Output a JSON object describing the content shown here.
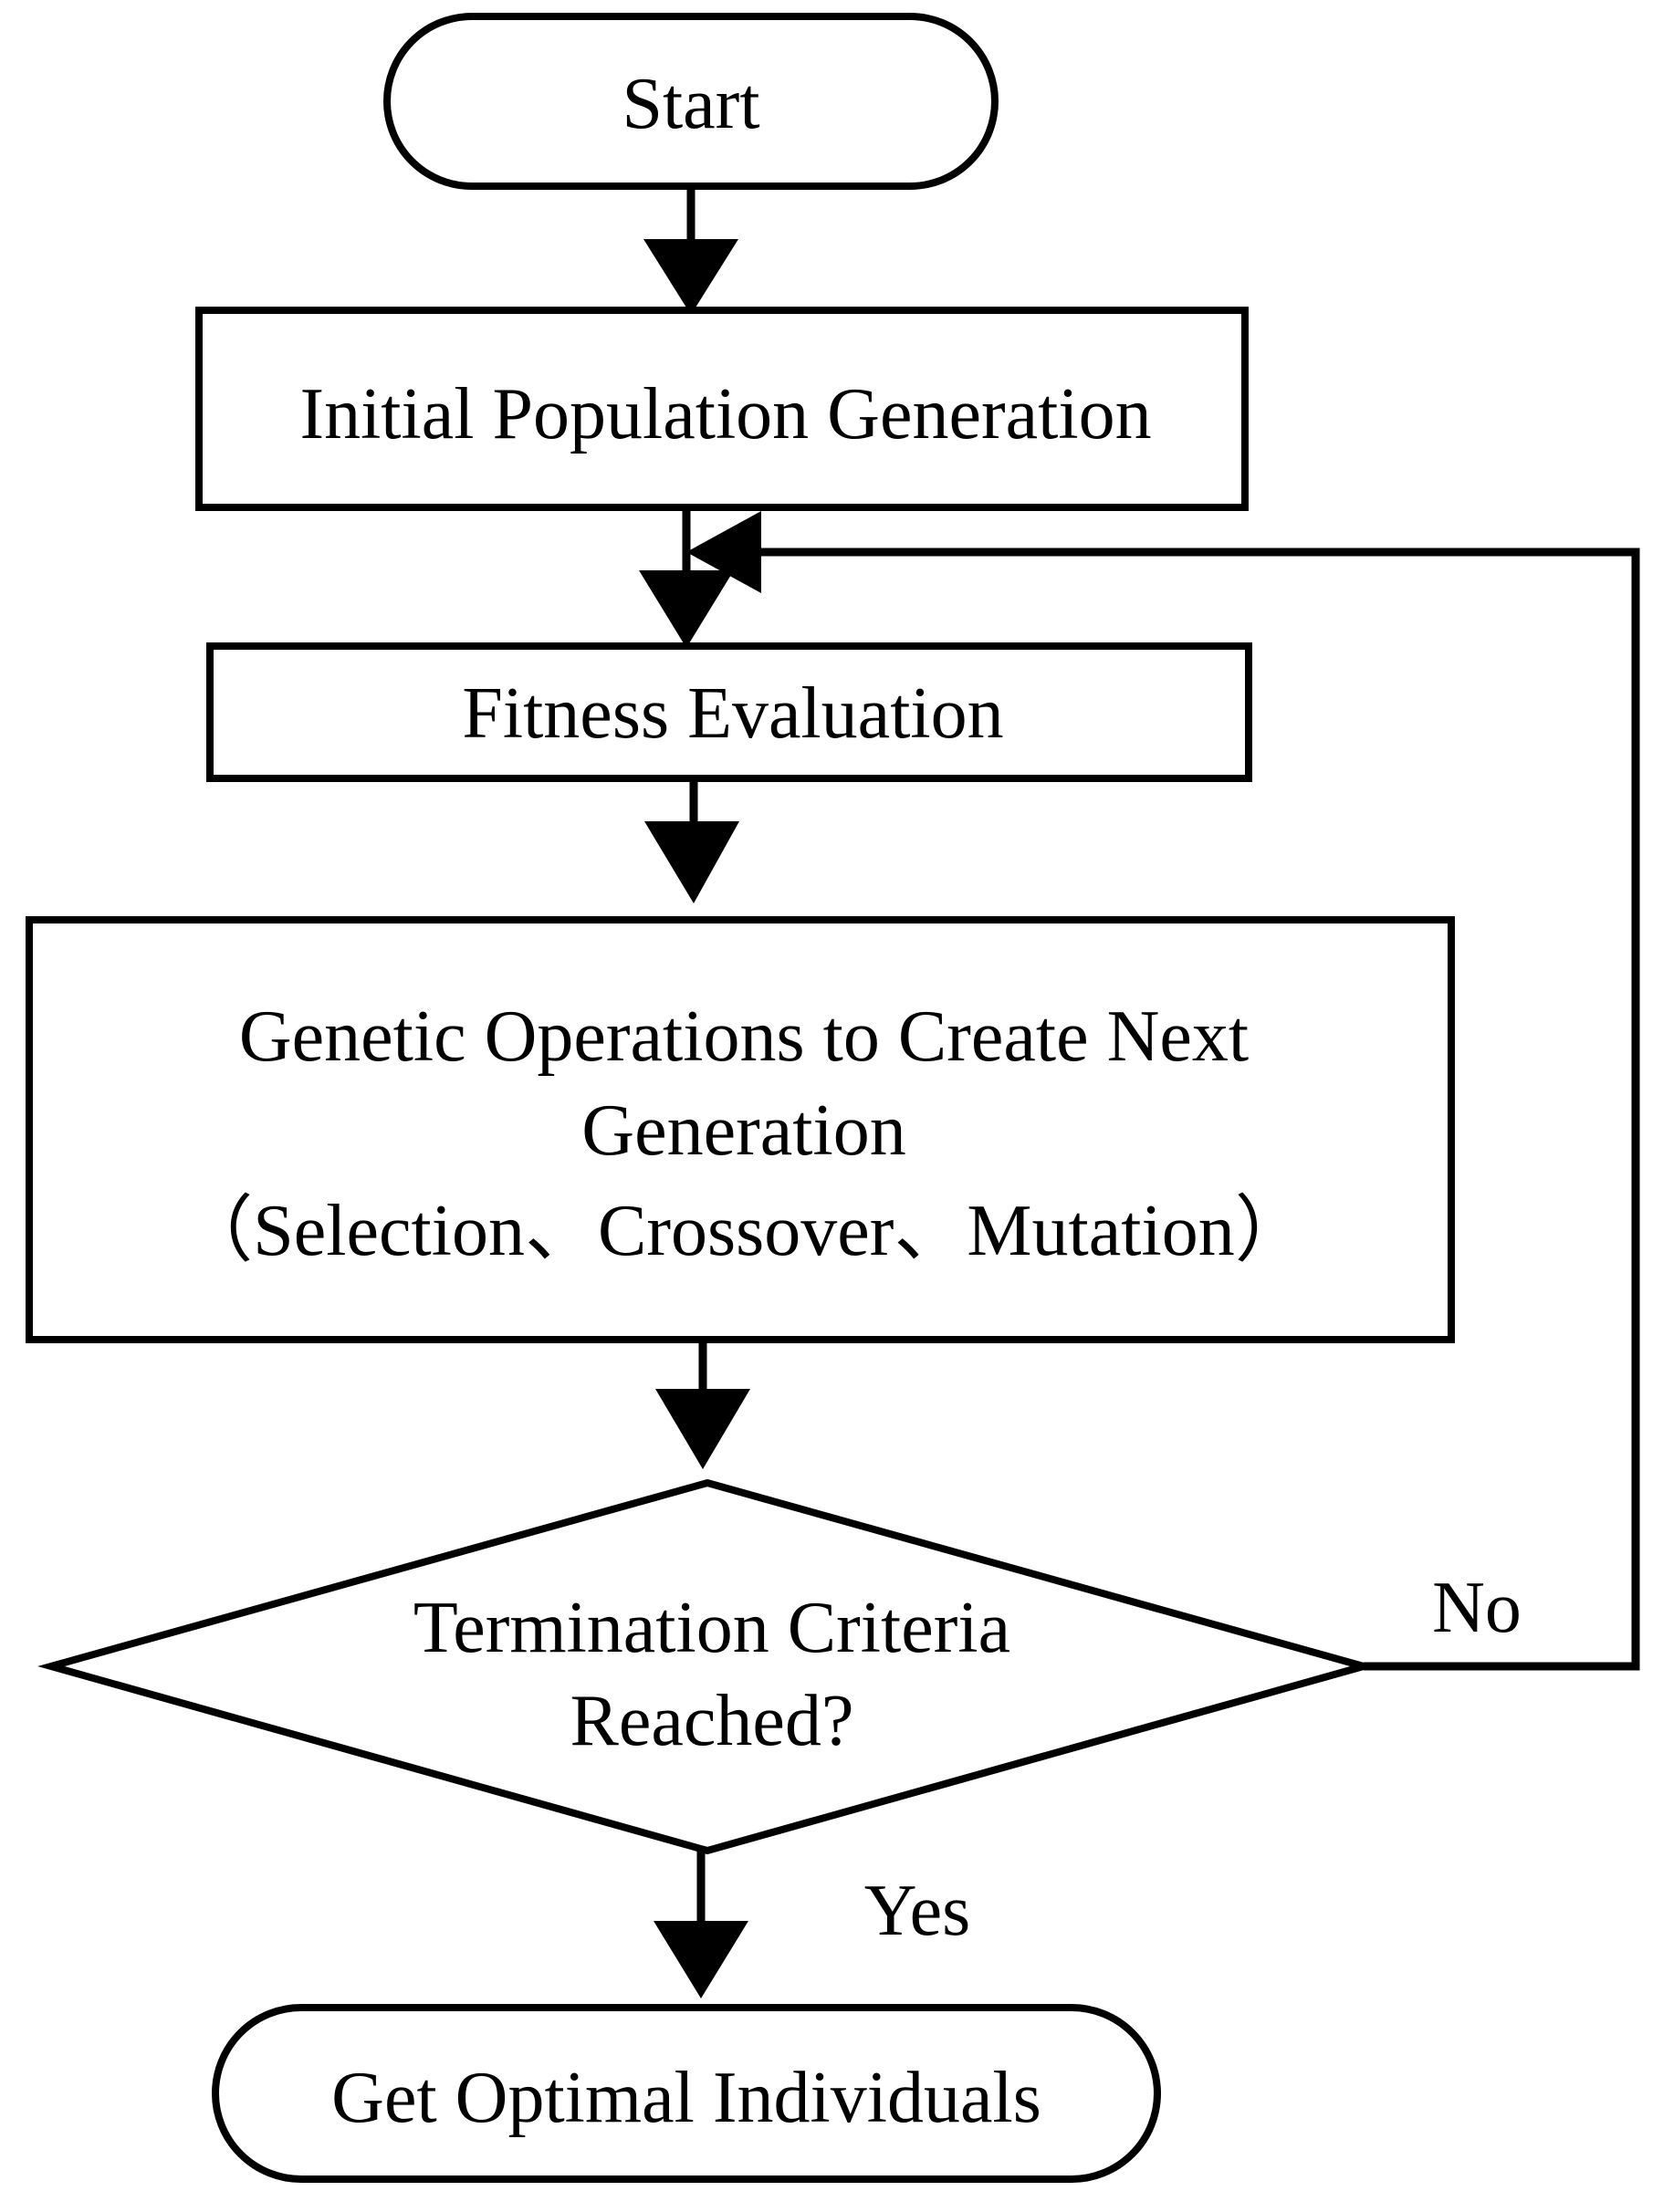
{
  "nodes": {
    "start": {
      "label": "Start"
    },
    "init_population": {
      "label": "Initial Population Generation"
    },
    "fitness_evaluation": {
      "label": "Fitness Evaluation"
    },
    "genetic_operations": {
      "line1": "Genetic Operations to Create Next",
      "line2": "Generation",
      "line3": "（Selection、Crossover、Mutation）"
    },
    "termination_check": {
      "line1": "Termination Criteria",
      "line2": "Reached?"
    },
    "end": {
      "label": "Get Optimal Individuals"
    }
  },
  "edge_labels": {
    "no": "No",
    "yes": "Yes"
  },
  "colors": {
    "stroke": "#000000",
    "fill": "#ffffff",
    "text": "#000000"
  }
}
